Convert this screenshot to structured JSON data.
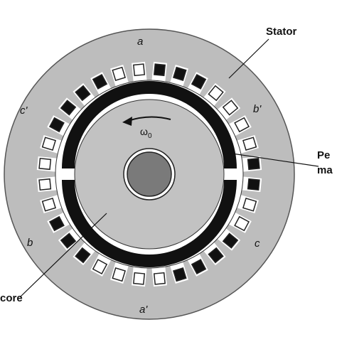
{
  "labels": {
    "stator": "Stator",
    "permanent_magnet_line1": "Pe",
    "permanent_magnet_line2": "ma",
    "core": "core",
    "omega": "ω",
    "omega_sub": "0"
  },
  "phases": {
    "a": "a",
    "a_prime": "a'",
    "b": "b",
    "b_prime": "b'",
    "c": "c",
    "c_prime": "c'"
  },
  "colors": {
    "stator_fill": "#bdbdbd",
    "rotor_fill": "#c2c2c2",
    "magnet_fill": "#111111",
    "shaft_fill": "#7a7a7a",
    "gap_fill": "#ffffff",
    "conductor_dark": "#111111",
    "conductor_light": "#ffffff",
    "outline": "#222222"
  },
  "slot_pattern": [
    "dark",
    "dark",
    "dark",
    "light",
    "light",
    "light",
    "light",
    "dark",
    "dark",
    "light",
    "light",
    "dark",
    "dark",
    "dark",
    "dark",
    "light",
    "light",
    "light",
    "light",
    "dark",
    "dark",
    "dark",
    "light",
    "light",
    "light",
    "light",
    "dark",
    "dark",
    "dark",
    "dark",
    "light",
    "light"
  ]
}
